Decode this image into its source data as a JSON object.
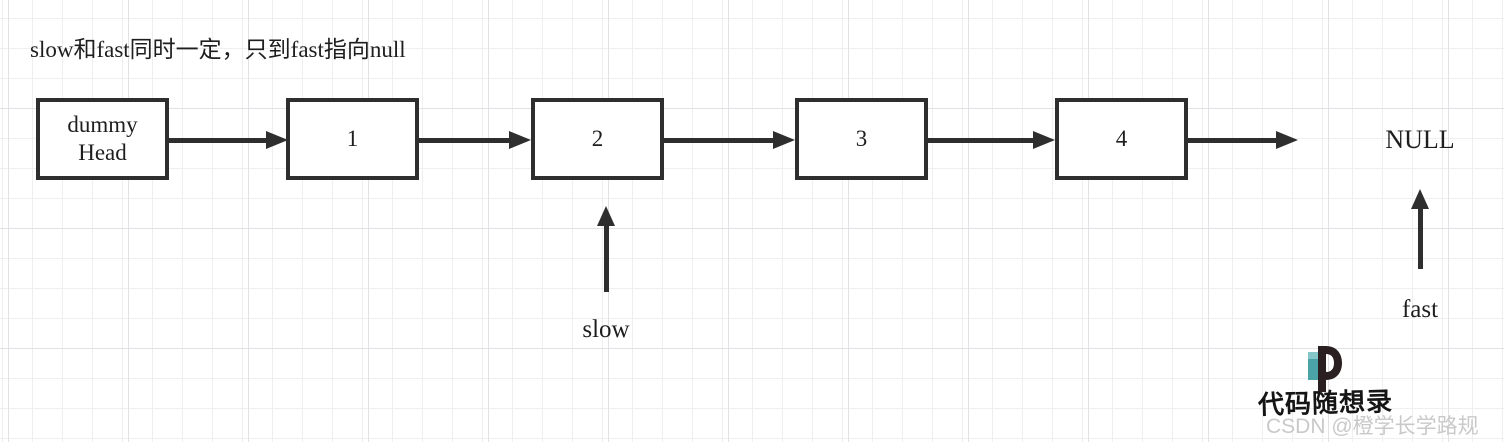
{
  "title": "slow和fast同时一定，只到fast指向null",
  "colors": {
    "stroke": "#2e2e2e",
    "grid_minor": "#efeff2",
    "grid_major": "#e1e1e6",
    "logo_dark": "#2a2022",
    "logo_teal": "#4aa3a6",
    "logo_teal_light": "#85c6c8",
    "watermark_gray": "#c9c9c9"
  },
  "list": {
    "nodes": [
      {
        "label": "dummy\nHead"
      },
      {
        "label": "1"
      },
      {
        "label": "2"
      },
      {
        "label": "3"
      },
      {
        "label": "4"
      }
    ],
    "terminal": "NULL"
  },
  "pointers": {
    "slow": "slow",
    "fast": "fast"
  },
  "watermark": {
    "brand": "代码随想录",
    "credit": "CSDN @橙学长学路规"
  }
}
